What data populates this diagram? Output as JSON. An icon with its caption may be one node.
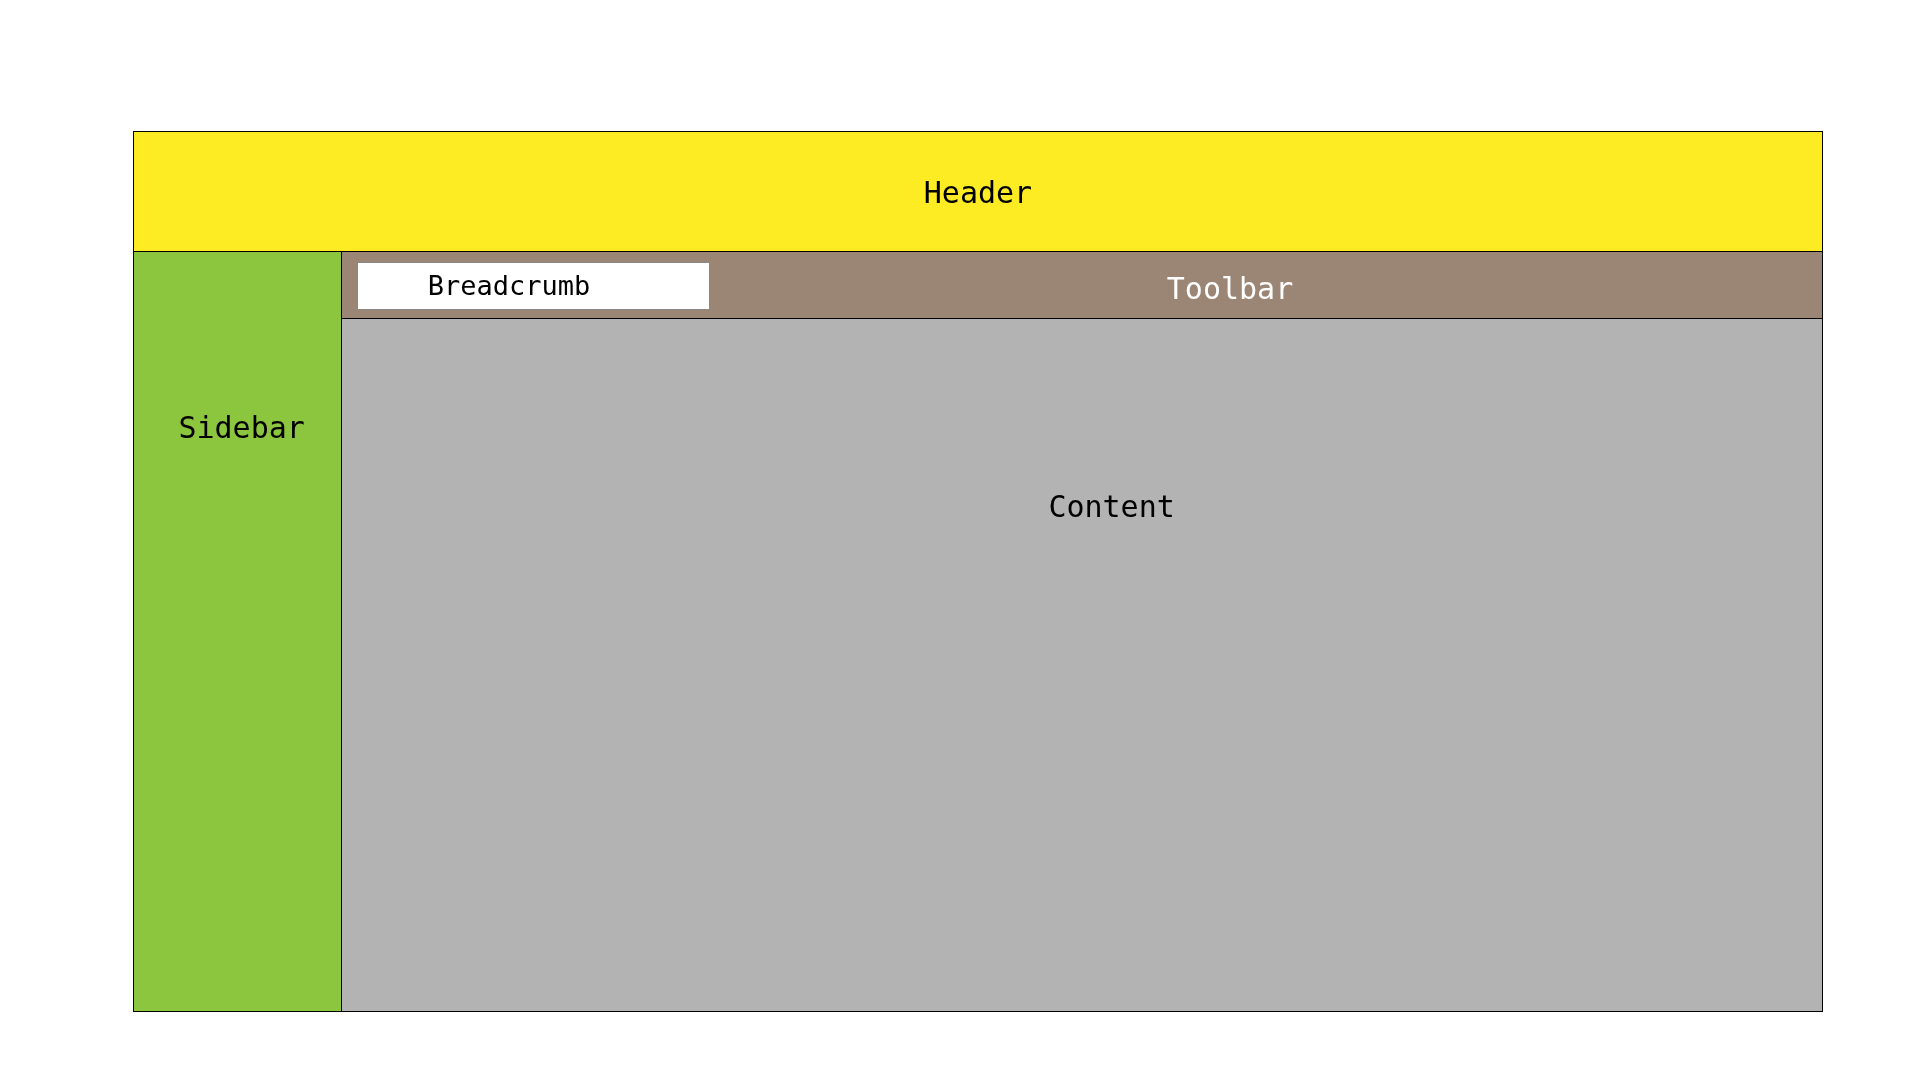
{
  "diagram": {
    "nodes": [
      {
        "text": [
          "Header"
        ]
      },
      {
        "text": [
          "Sidebar"
        ]
      },
      {
        "text": [
          "Toolbar"
        ]
      },
      {
        "text": [
          "Breadcrumb"
        ],
        "in": 2
      },
      {
        "text": [
          "Content"
        ]
      }
    ]
  }
}
